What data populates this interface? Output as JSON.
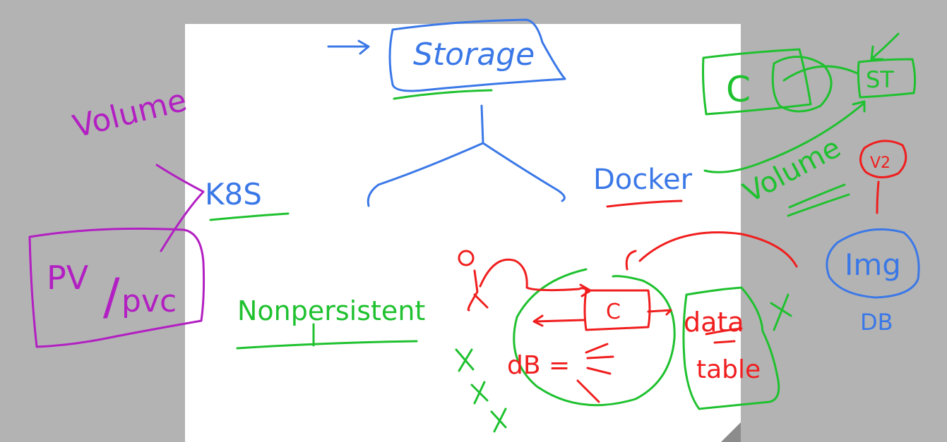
{
  "colors": {
    "background": "#b3b3b3",
    "page": "#ffffff",
    "blue": "#3b78e7",
    "green": "#1fc12f",
    "red": "#f01e1e",
    "magenta": "#b21fc2"
  },
  "labels": {
    "storage": "Storage",
    "k8s": "K8S",
    "docker": "Docker",
    "volume_left": "Volume",
    "pv_pvc_1": "PV",
    "pv_pvc_2": "/",
    "pv_pvc_3": "pvc",
    "non_persistent": "Nonpersistent",
    "c_box_docker": "C",
    "st_box": "ST",
    "volume_right": "Volume",
    "v2": "V2",
    "img": "Img",
    "db_blue": "DB",
    "c_box_mid": "C",
    "db_red": "dB =",
    "data": "data",
    "table": "table"
  }
}
